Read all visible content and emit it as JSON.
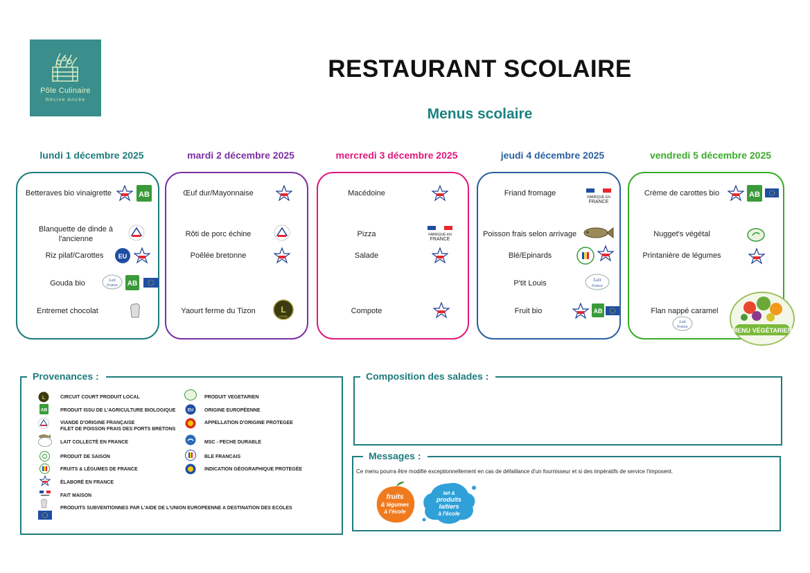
{
  "logo": {
    "line1": "Pôle Culinaire",
    "line2": "Récine Ancée"
  },
  "header": {
    "title": "RESTAURANT SCOLAIRE",
    "subtitle": "Menus scolaire"
  },
  "colors": {
    "teal": "#1e7b7d",
    "purple": "#7b2fa3",
    "pink": "#e0177b",
    "blue": "#2b5fa0",
    "green": "#3aaa2a"
  },
  "days": [
    {
      "date": "lundi 1 décembre 2025",
      "dishes": [
        "Betteraves bio vinaigrette",
        "Blanquette de dinde à l'ancienne",
        "Riz pilaf/Carottes",
        "Gouda bio",
        "Entremet chocolat"
      ]
    },
    {
      "date": "mardi 2 décembre 2025",
      "dishes": [
        "Œuf dur/Mayonnaise",
        "Rôti de porc échine",
        "Poêlée bretonne",
        "Yaourt ferme du Tizon"
      ]
    },
    {
      "date": "mercredi 3 décembre 2025",
      "dishes": [
        "Macédoine",
        "Pizza",
        "Salade",
        "Compote"
      ]
    },
    {
      "date": "jeudi 4 décembre 2025",
      "dishes": [
        "Friand fromage",
        "Poisson frais selon arrivage",
        "Blé/Epinards",
        "P'tit Louis",
        "Fruit bio"
      ]
    },
    {
      "date": "vendredi 5 décembre 2025",
      "dishes": [
        "Crème de carottes bio",
        "Nugget's végétal",
        "Printanière de légumes",
        "Flan nappé caramel"
      ]
    }
  ],
  "badges": {
    "ab": "AB",
    "eu": "EU",
    "local": "LOCAL",
    "lait": "Lait",
    "france": "France",
    "menu_vegetarien": "MENU VÉGÉTARIEN",
    "fabrique_en": "FABRIQUÉ EN",
    "france_label": "FRANCE"
  },
  "legend": {
    "title": "Provenances :",
    "left": [
      "CIRCUIT COURT PRODUIT LOCAL",
      "PRODUIT ISSU DE L'AGRICULTURE BIOLOGIQUE",
      "VIANDE D'ORIGINE FRANÇAISE",
      "FILET DE POISSON FRAIS DES PORTS BRETONS",
      "LAIT COLLECTÉ EN FRANCE",
      "PRODUIT DE SAISON",
      "FRUITS & LÉGUMES DE FRANCE",
      "ÉLABORÉ EN FRANCE",
      "FAIT MAISON",
      "PRODUITS SUBVENTIONNES PAR L'AIDE DE L'UNION EUROPEENNE A DESTINATION DES ECOLES"
    ],
    "right": [
      "PRODUIT VEGETARIEN",
      "ORIGINE EUROPÉENNE",
      "APPELLATION D'ORIGINE PROTEGEE",
      "MSC - PECHE DURABLE",
      "BLE FRANCAIS",
      "INDICATION GÉOGRAPHIQUE PROTEGÉE"
    ]
  },
  "salads": {
    "title": "Composition des salades :"
  },
  "messages": {
    "title": "Messages :",
    "text": "Ce menu pourra être modifié exceptionnellement en cas de défaillance d'un fournisseur et si des impératifs de service l'imposent.",
    "logo1": [
      "fruits",
      "& légumes",
      "à l'école"
    ],
    "logo2": [
      "lait &",
      "produits",
      "laitiers",
      "à l'école"
    ]
  }
}
